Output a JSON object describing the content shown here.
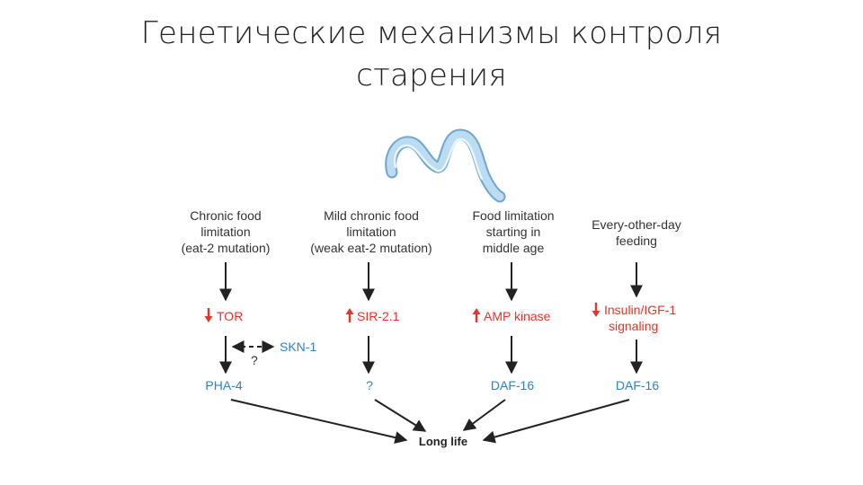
{
  "title": {
    "line1": "Генетические механизмы контроля",
    "line2": "старения"
  },
  "colors": {
    "arrow": "#222222",
    "decrease": "#e2352c",
    "gene": "#2a84c6",
    "worm": "#9cc9ea"
  },
  "icons": {
    "worm": "nematode-worm-icon",
    "down_arrow": "red-down-arrow-icon",
    "up_arrow": "red-up-arrow-icon"
  },
  "columns": [
    {
      "condition": [
        "Chronic food",
        "limitation",
        "(eat-2 mutation)"
      ],
      "mediator": "TOR",
      "mediator_change": "decrease",
      "factor": "PHA-4"
    },
    {
      "condition": [
        "Mild chronic food",
        "limitation",
        "(weak eat-2 mutation)"
      ],
      "mediator": "SIR-2.1",
      "mediator_change": "increase",
      "factor": "?"
    },
    {
      "condition": [
        "Food limitation",
        "starting in",
        "middle age"
      ],
      "mediator": "AMP kinase",
      "mediator_change": "increase",
      "factor": "DAF-16"
    },
    {
      "condition": [
        "Every-other-day",
        "feeding"
      ],
      "mediator": [
        "Insulin/IGF-1",
        "signaling"
      ],
      "mediator_change": "decrease",
      "factor": "DAF-16"
    }
  ],
  "side_branch": {
    "label": "SKN-1",
    "link_label": "?"
  },
  "outcome": "Long life"
}
